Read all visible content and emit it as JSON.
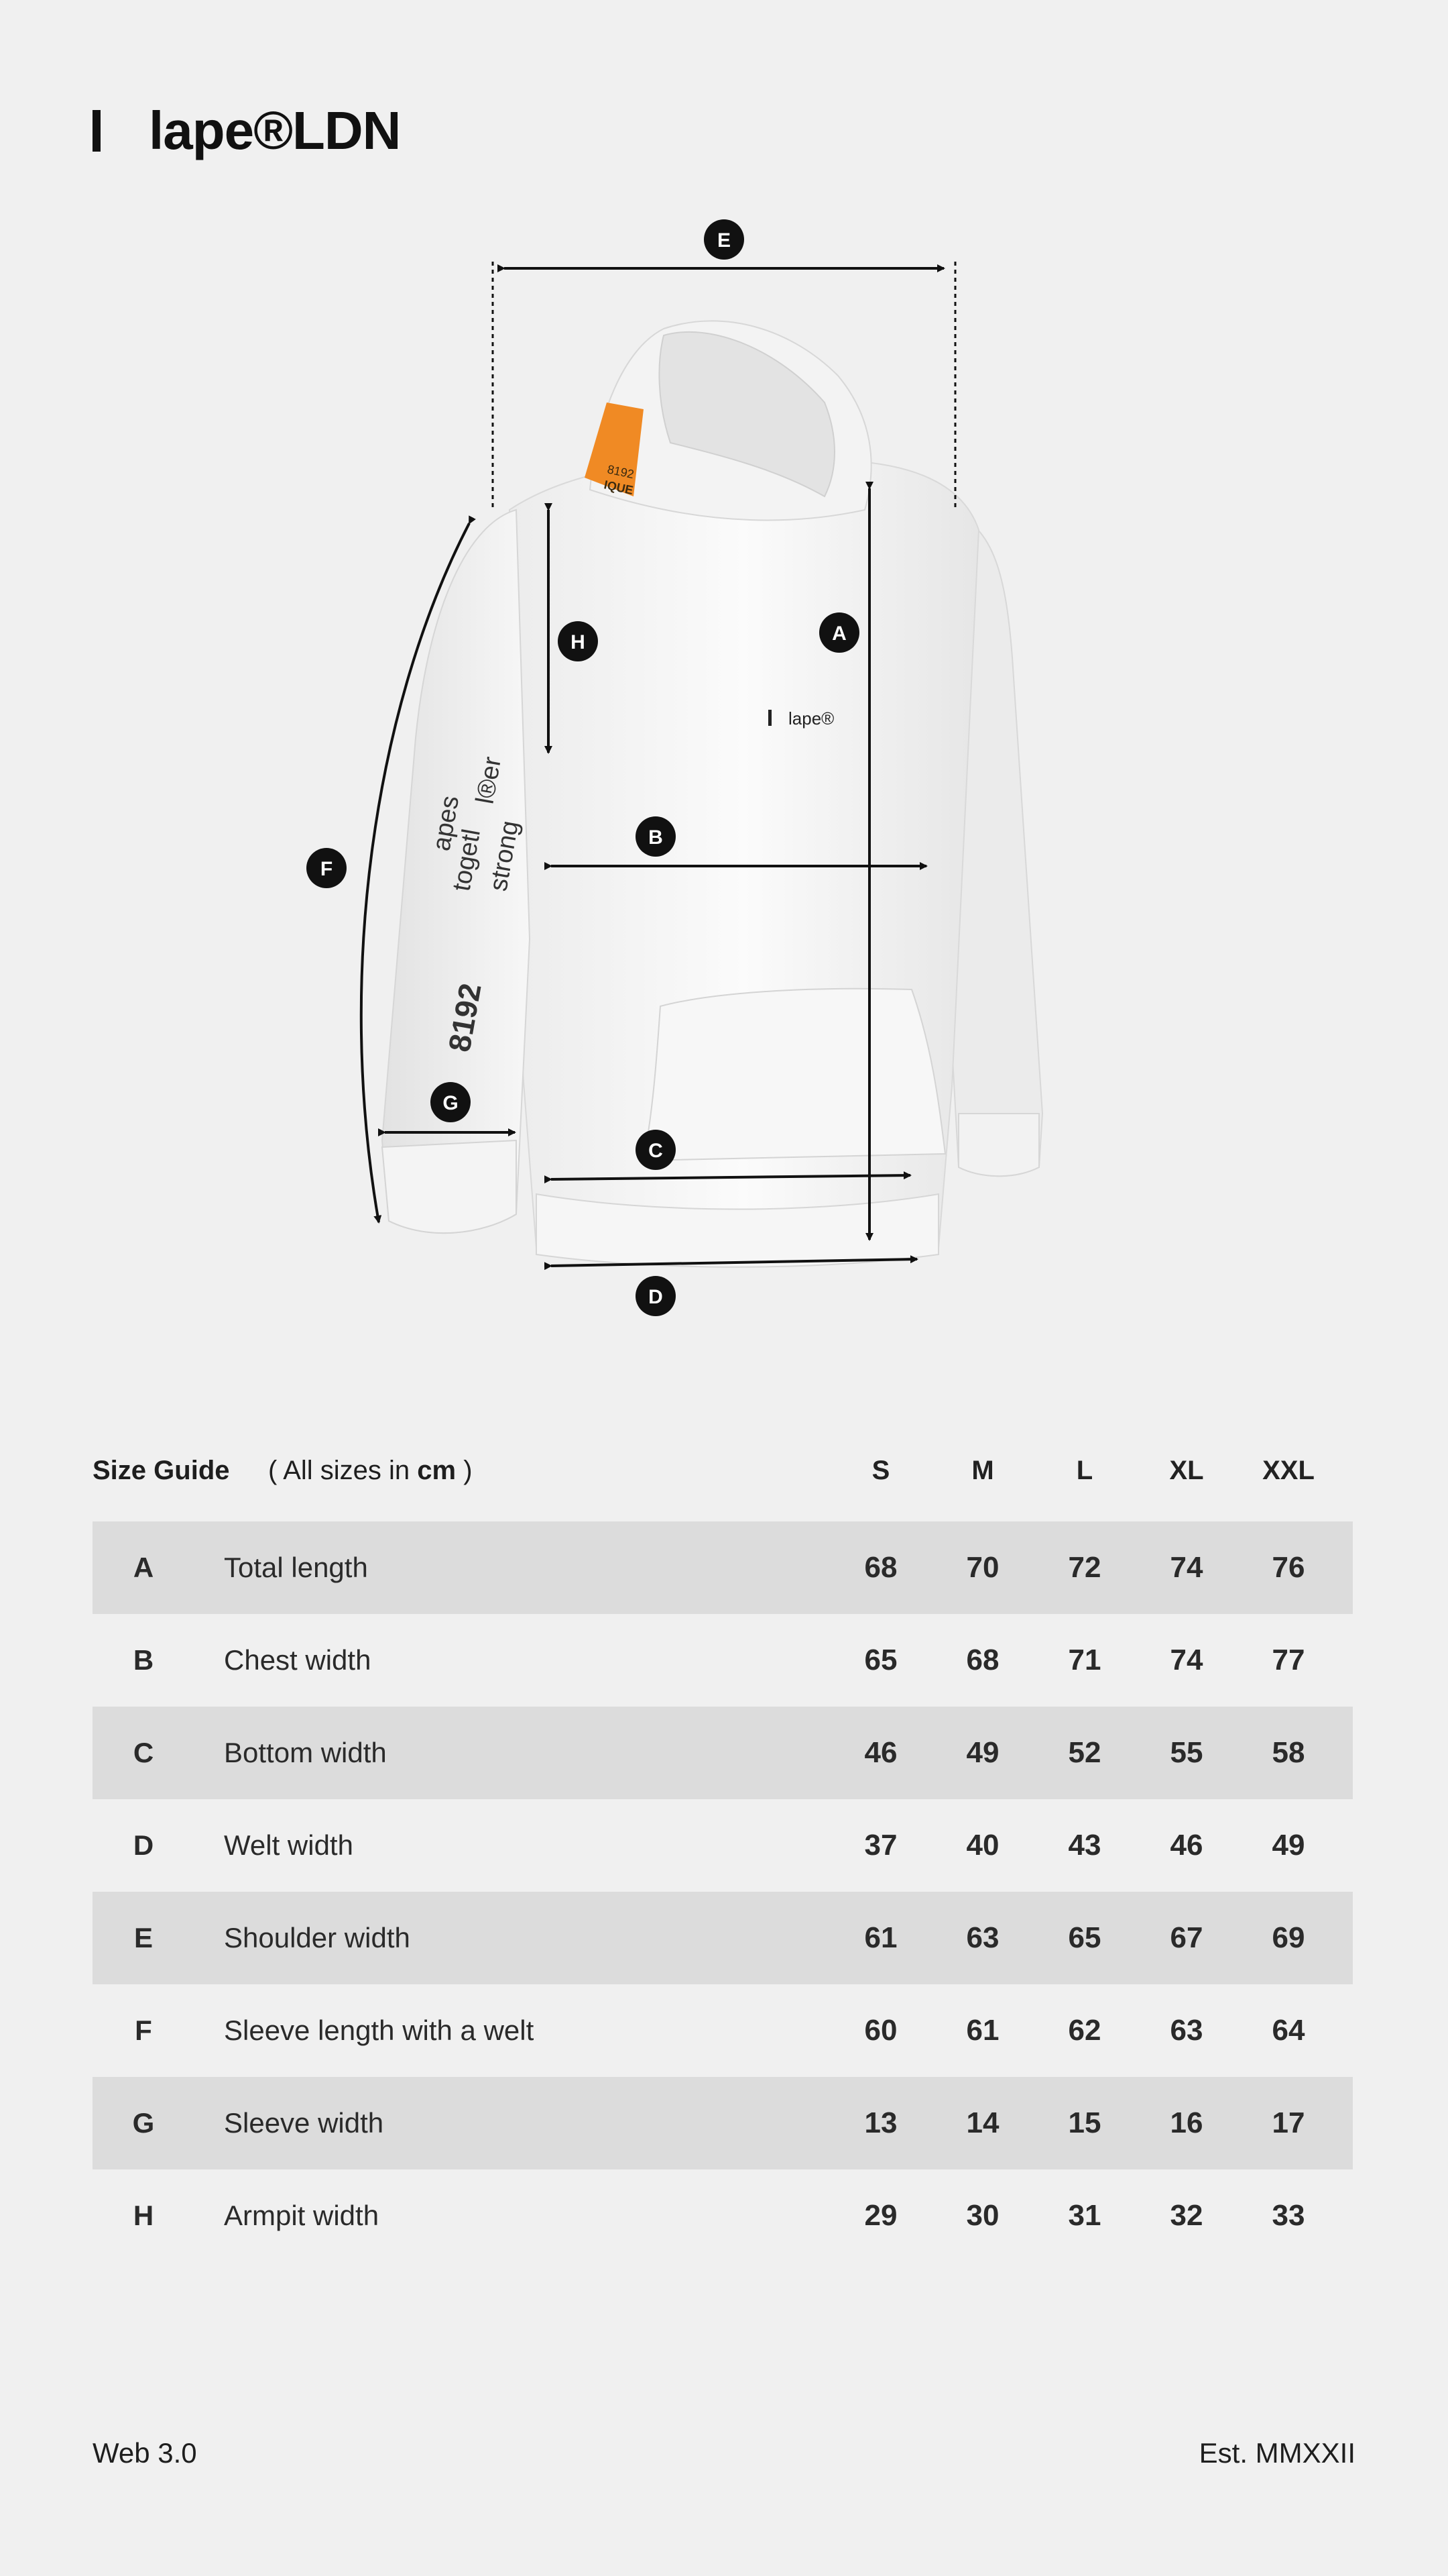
{
  "brand": {
    "name": "lape®LDN"
  },
  "illustration": {
    "markers": [
      "A",
      "B",
      "C",
      "D",
      "E",
      "F",
      "G",
      "H"
    ],
    "chest_logo": "lape®",
    "sleeve_text": [
      "apes",
      "togetl",
      "l®er",
      "strong",
      "8192"
    ],
    "tag_text": [
      "8192",
      "IQUE"
    ],
    "accent_color": "#f08a24"
  },
  "size_guide": {
    "title": "Size Guide",
    "subtitle_prefix": "( All sizes in ",
    "subtitle_unit": "cm",
    "subtitle_suffix": " )",
    "sizes": [
      "S",
      "M",
      "L",
      "XL",
      "XXL"
    ],
    "rows": [
      {
        "letter": "A",
        "label": "Total length",
        "values": [
          "68",
          "70",
          "72",
          "74",
          "76"
        ]
      },
      {
        "letter": "B",
        "label": "Chest width",
        "values": [
          "65",
          "68",
          "71",
          "74",
          "77"
        ]
      },
      {
        "letter": "C",
        "label": "Bottom width",
        "values": [
          "46",
          "49",
          "52",
          "55",
          "58"
        ]
      },
      {
        "letter": "D",
        "label": "Welt width",
        "values": [
          "37",
          "40",
          "43",
          "46",
          "49"
        ]
      },
      {
        "letter": "E",
        "label": "Shoulder width",
        "values": [
          "61",
          "63",
          "65",
          "67",
          "69"
        ]
      },
      {
        "letter": "F",
        "label": "Sleeve length with a welt",
        "values": [
          "60",
          "61",
          "62",
          "63",
          "64"
        ]
      },
      {
        "letter": "G",
        "label": "Sleeve width",
        "values": [
          "13",
          "14",
          "15",
          "16",
          "17"
        ]
      },
      {
        "letter": "H",
        "label": "Armpit width",
        "values": [
          "29",
          "30",
          "31",
          "32",
          "33"
        ]
      }
    ]
  },
  "footer": {
    "left": "Web 3.0",
    "right": "Est. MMXXII"
  }
}
